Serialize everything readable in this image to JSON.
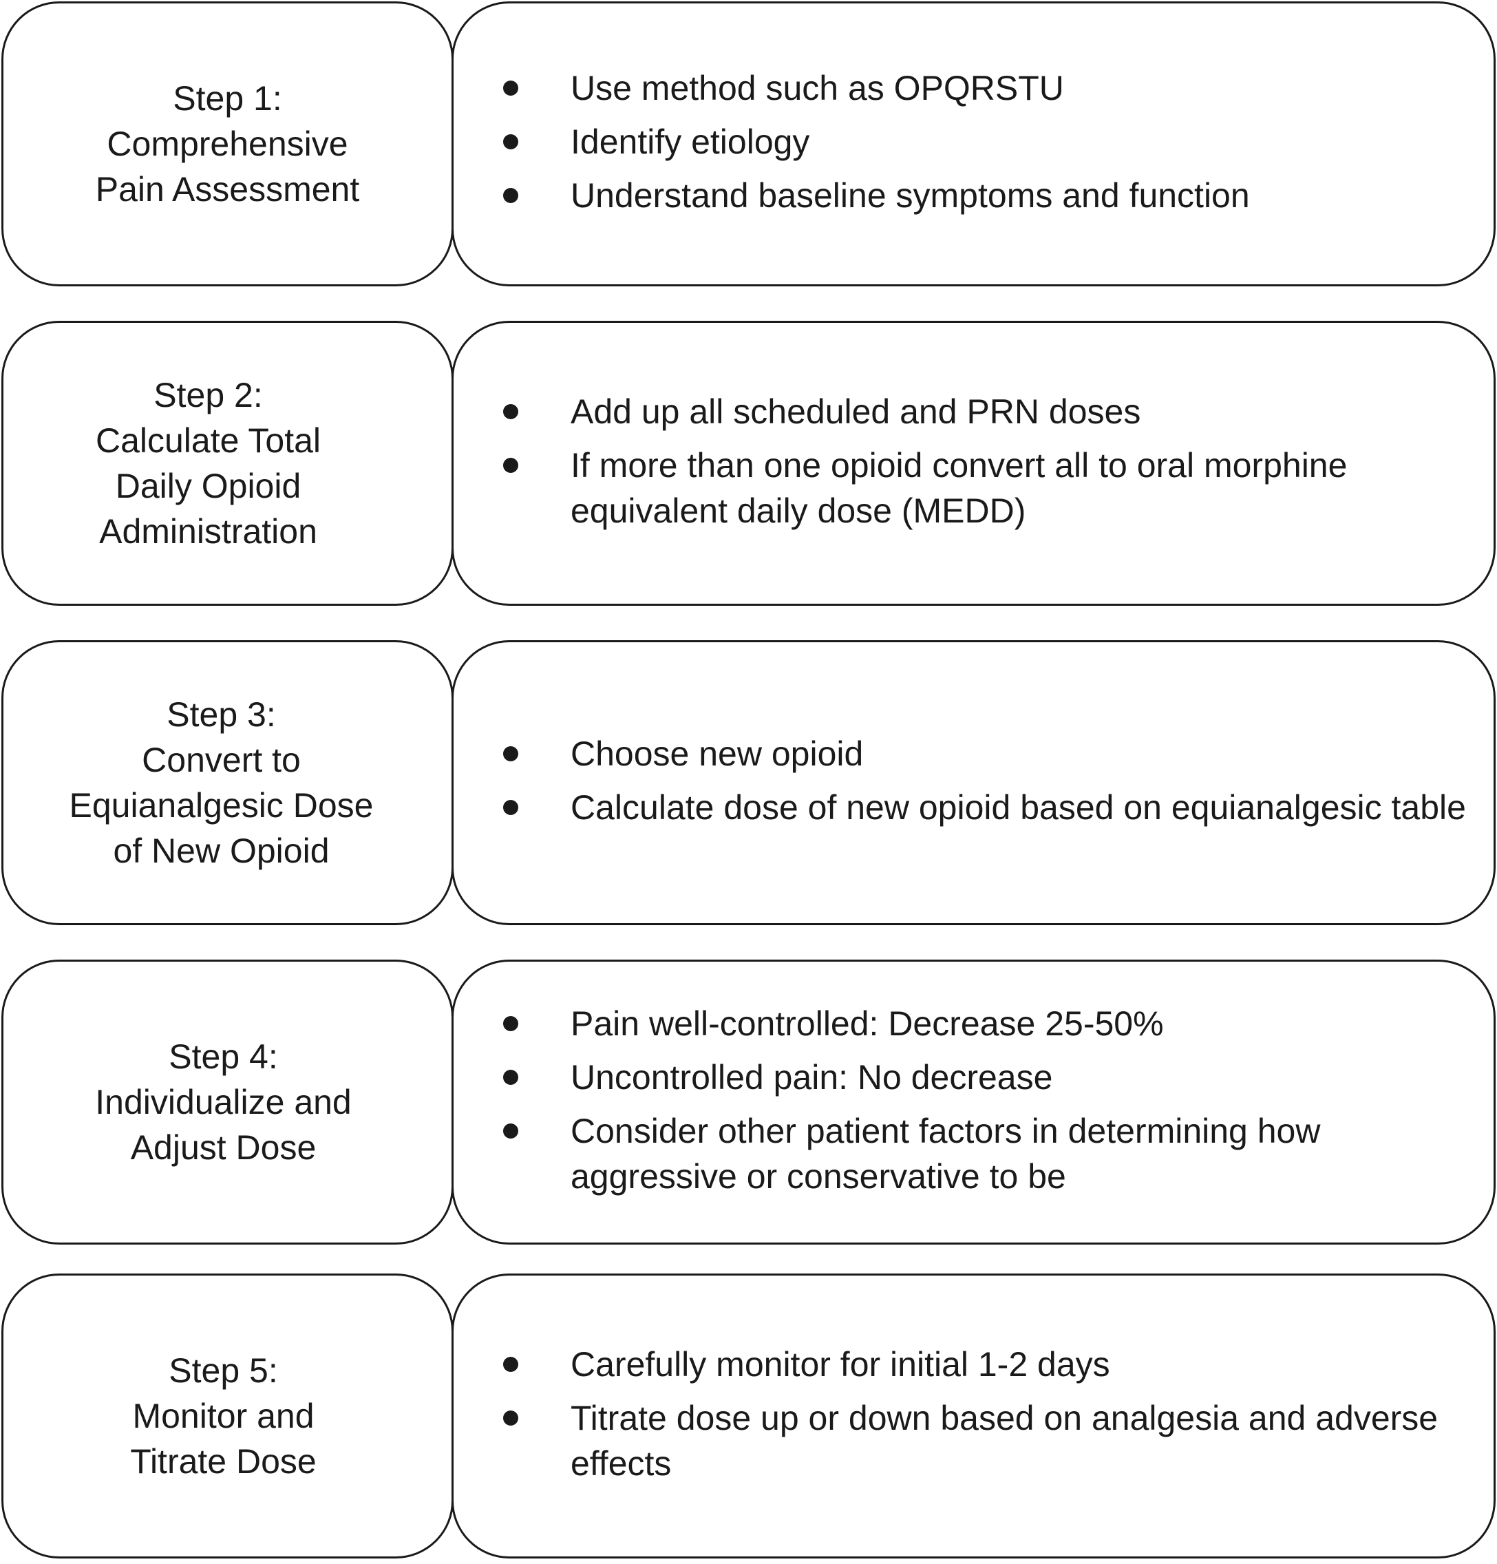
{
  "steps": [
    {
      "title": "Step 1:\nComprehensive\nPain Assessment",
      "bullets": [
        "Use method such as OPQRSTU",
        "Identify etiology",
        "Understand baseline symptoms and function"
      ]
    },
    {
      "title": "Step 2:\nCalculate Total\nDaily Opioid\nAdministration",
      "bullets": [
        "Add up all scheduled and PRN doses",
        "If more than one opioid convert all to oral morphine equivalent daily dose (MEDD)"
      ]
    },
    {
      "title": "Step 3:\nConvert to\nEquianalgesic Dose\nof New Opioid",
      "bullets": [
        "Choose new opioid",
        "Calculate dose of new opioid based on equianalgesic table"
      ]
    },
    {
      "title": "Step 4:\nIndividualize and\nAdjust Dose",
      "bullets": [
        "Pain well-controlled: Decrease 25-50%",
        "Uncontrolled pain: No decrease",
        "Consider other patient factors in determining how aggressive or conservative to be"
      ]
    },
    {
      "title": "Step 5:\nMonitor and\nTitrate Dose",
      "bullets": [
        "Carefully monitor for initial 1-2 days",
        "Titrate dose up or down based on analgesia and adverse effects"
      ]
    }
  ]
}
